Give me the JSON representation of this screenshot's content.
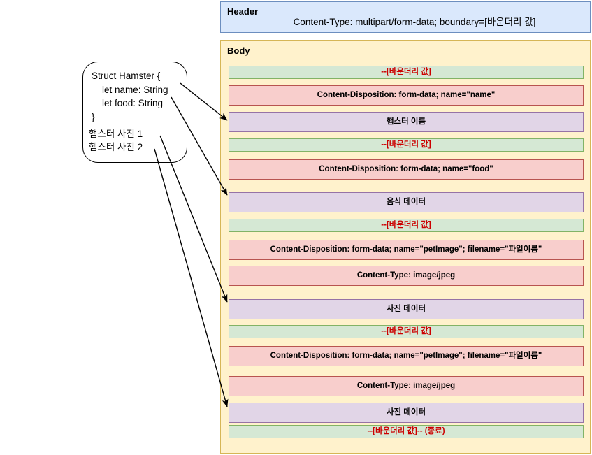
{
  "header": {
    "title": "Header",
    "content_type": "Content-Type: multipart/form-data; boundary=[바운더리 값]"
  },
  "body": {
    "title": "Body",
    "rows": [
      {
        "kind": "boundary",
        "text": "--[바운더리 값]"
      },
      {
        "kind": "disposition",
        "text": "Content-Disposition: form-data; name=\"name\""
      },
      {
        "kind": "data",
        "text": "햄스터 이름"
      },
      {
        "kind": "boundary",
        "text": "--[바운더리 값]"
      },
      {
        "kind": "disposition",
        "text": "Content-Disposition: form-data; name=\"food\""
      },
      {
        "kind": "data",
        "text": "음식 데이터"
      },
      {
        "kind": "boundary",
        "text": "--[바운더리 값]"
      },
      {
        "kind": "disposition",
        "text": "Content-Disposition: form-data; name=\"petImage\"; filename=\"파일이름\""
      },
      {
        "kind": "disposition",
        "text": "Content-Type: image/jpeg"
      },
      {
        "kind": "data",
        "text": "사진 데이터"
      },
      {
        "kind": "boundary",
        "text": "--[바운더리 값]"
      },
      {
        "kind": "disposition",
        "text": "Content-Disposition: form-data; name=\"petImage\"; filename=\"파일이름\""
      },
      {
        "kind": "disposition",
        "text": "Content-Type: image/jpeg"
      },
      {
        "kind": "data",
        "text": "사진 데이터"
      },
      {
        "kind": "boundary",
        "text": "--[바운더리 값]-- (종료)"
      }
    ]
  },
  "note": {
    "struct_text": "Struct Hamster {\n    let name: String\n    let food: String\n}",
    "photos_text": "햄스터 사진 1\n햄스터 사진 2"
  },
  "colors": {
    "header_fill": "#dae8fc",
    "header_stroke": "#6c8ebf",
    "body_fill": "#fff2cc",
    "body_stroke": "#d6b656",
    "boundary_fill": "#d5e8d4",
    "boundary_stroke": "#82b366",
    "boundary_text": "#cc0000",
    "disposition_fill": "#f8cecc",
    "disposition_stroke": "#b85450",
    "data_fill": "#e1d5e7",
    "data_stroke": "#9673a6"
  }
}
